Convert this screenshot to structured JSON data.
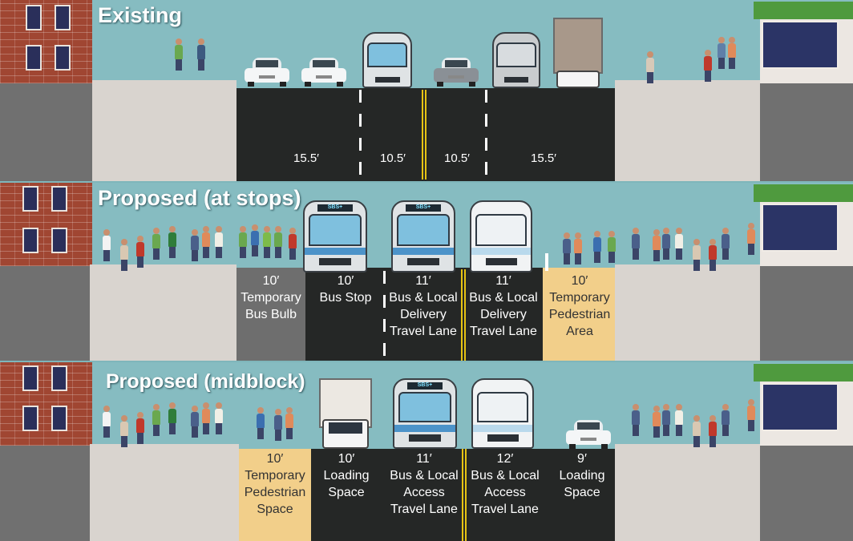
{
  "panels": {
    "existing": {
      "title": "Existing",
      "dimensions": [
        "15.5′",
        "10.5′",
        "10.5′",
        "15.5′"
      ]
    },
    "at_stops": {
      "title": "Proposed (at stops)",
      "lanes": [
        {
          "width": "10′",
          "label_lines": [
            "Temporary",
            "Bus Bulb"
          ]
        },
        {
          "width": "10′",
          "label_lines": [
            "Bus Stop"
          ]
        },
        {
          "width": "11′",
          "label_lines": [
            "Bus & Local",
            "Delivery",
            "Travel Lane"
          ]
        },
        {
          "width": "11′",
          "label_lines": [
            "Bus & Local",
            "Delivery",
            "Travel Lane"
          ]
        },
        {
          "width": "10′",
          "label_lines": [
            "Temporary",
            "Pedestrian",
            "Area"
          ]
        }
      ]
    },
    "midblock": {
      "title": "Proposed (midblock)",
      "lanes": [
        {
          "width": "10′",
          "label_lines": [
            "Temporary",
            "Pedestrian",
            "Space"
          ]
        },
        {
          "width": "10′",
          "label_lines": [
            "Loading",
            "Space"
          ]
        },
        {
          "width": "11′",
          "label_lines": [
            "Bus & Local",
            "Access",
            "Travel Lane"
          ]
        },
        {
          "width": "12′",
          "label_lines": [
            "Bus & Local",
            "Access",
            "Travel Lane"
          ]
        },
        {
          "width": "9′",
          "label_lines": [
            "Loading",
            "Space"
          ]
        }
      ]
    }
  },
  "bus_signs": {
    "sbs": "SBS+"
  },
  "colors": {
    "sky": "#86bcc1",
    "asphalt": "#252726",
    "sidewalk": "#d9d4cf",
    "pedestrian_zone": "#f2cf8a",
    "bus_bulb": "#6e6e6e",
    "center_line": "#e6c314",
    "brick": "#a04632",
    "awning": "#4f9a3e"
  }
}
